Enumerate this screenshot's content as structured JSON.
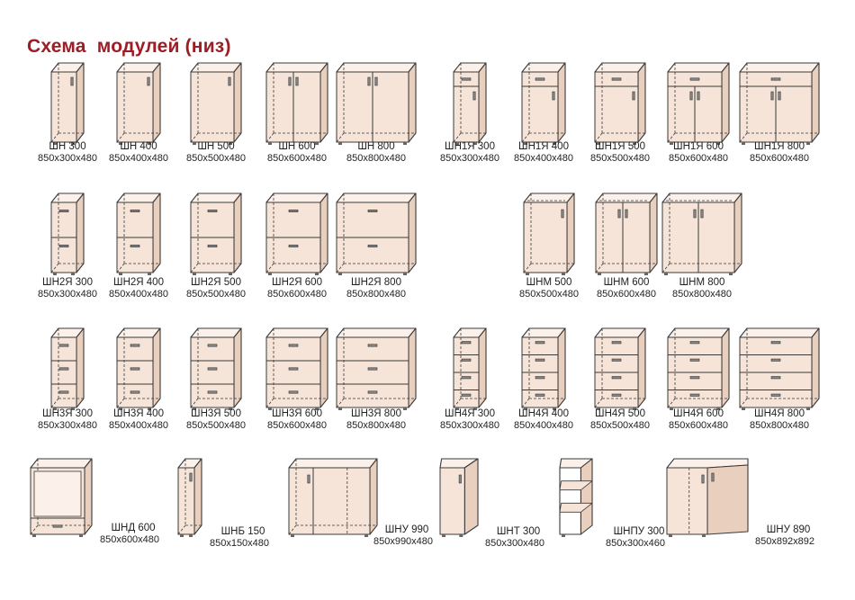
{
  "title": "Схема  модулей (низ)",
  "colors": {
    "title": "#9e1c24",
    "front": "#f6e4d8",
    "side": "#e9cfbd",
    "top": "#fbf1ea",
    "stroke": "#3a3a3a",
    "text": "#222222"
  },
  "rows": [
    {
      "modules": [
        {
          "name": "ШН 300",
          "size": "850x300x480",
          "type": "door",
          "doors": 1
        },
        {
          "name": "ШН 400",
          "size": "850x400x480",
          "type": "door",
          "doors": 1
        },
        {
          "name": "ШН 500",
          "size": "850x500x480",
          "type": "door",
          "doors": 1
        },
        {
          "name": "ШН 600",
          "size": "850x600x480",
          "type": "door",
          "doors": 2
        },
        {
          "name": "ШН 800",
          "size": "850x800x480",
          "type": "door",
          "doors": 2
        },
        {
          "name": "ШН1Я 300",
          "size": "850x300x480",
          "type": "drawer-door",
          "doors": 1
        },
        {
          "name": "ШН1Я 400",
          "size": "850x400x480",
          "type": "drawer-door",
          "doors": 1
        },
        {
          "name": "ШН1Я 500",
          "size": "850x500x480",
          "type": "drawer-door",
          "doors": 1
        },
        {
          "name": "ШН1Я 600",
          "size": "850x600x480",
          "type": "drawer-door",
          "doors": 2
        },
        {
          "name": "ШН1Я 800",
          "size": "850x600x480",
          "type": "drawer-door",
          "doors": 2
        }
      ]
    },
    {
      "modules": [
        {
          "name": "ШН2Я 300",
          "size": "850x300x480",
          "type": "drawers",
          "drawers": 2
        },
        {
          "name": "ШН2Я 400",
          "size": "850x400x480",
          "type": "drawers",
          "drawers": 2
        },
        {
          "name": "ШН2Я 500",
          "size": "850x500x480",
          "type": "drawers",
          "drawers": 2
        },
        {
          "name": "ШН2Я 600",
          "size": "850x600x480",
          "type": "drawers",
          "drawers": 2
        },
        {
          "name": "ШН2Я 800",
          "size": "850x800x480",
          "type": "drawers",
          "drawers": 2
        },
        {
          "name": "ШНМ 500",
          "size": "850x500x480",
          "type": "sink",
          "doors": 1
        },
        {
          "name": "ШНМ 600",
          "size": "850x600x480",
          "type": "sink",
          "doors": 2
        },
        {
          "name": "ШНМ 800",
          "size": "850x800x480",
          "type": "sink",
          "doors": 2
        }
      ]
    },
    {
      "modules": [
        {
          "name": "ШН3Я 300",
          "size": "850x300x480",
          "type": "drawers",
          "drawers": 3
        },
        {
          "name": "ШН3Я 400",
          "size": "850x400x480",
          "type": "drawers",
          "drawers": 3
        },
        {
          "name": "ШН3Я 500",
          "size": "850x500x480",
          "type": "drawers",
          "drawers": 3
        },
        {
          "name": "ШН3Я 600",
          "size": "850x600x480",
          "type": "drawers",
          "drawers": 3
        },
        {
          "name": "ШН3Я 800",
          "size": "850x800x480",
          "type": "drawers",
          "drawers": 3
        },
        {
          "name": "ШН4Я 300",
          "size": "850x300x480",
          "type": "drawers",
          "drawers": 4
        },
        {
          "name": "ШН4Я 400",
          "size": "850x400x480",
          "type": "drawers",
          "drawers": 4
        },
        {
          "name": "ШН4Я 500",
          "size": "850x500x480",
          "type": "drawers",
          "drawers": 4
        },
        {
          "name": "ШН4Я 600",
          "size": "850x600x480",
          "type": "drawers",
          "drawers": 4
        },
        {
          "name": "ШН4Я 800",
          "size": "850x800x480",
          "type": "drawers",
          "drawers": 4
        }
      ]
    },
    {
      "modules": [
        {
          "name": "ШНД 600",
          "size": "850x600x480",
          "type": "oven"
        },
        {
          "name": "ШНБ 150",
          "size": "850x150x480",
          "type": "narrow"
        },
        {
          "name": "ШНУ 990",
          "size": "850x990x480",
          "type": "corner-wide"
        },
        {
          "name": "ШНТ 300",
          "size": "850x300x480",
          "type": "end"
        },
        {
          "name": "ШНПУ 300",
          "size": "850x300x460",
          "type": "open-end"
        },
        {
          "name": "ШНУ 890",
          "size": "850x892x892",
          "type": "corner"
        }
      ]
    }
  ]
}
